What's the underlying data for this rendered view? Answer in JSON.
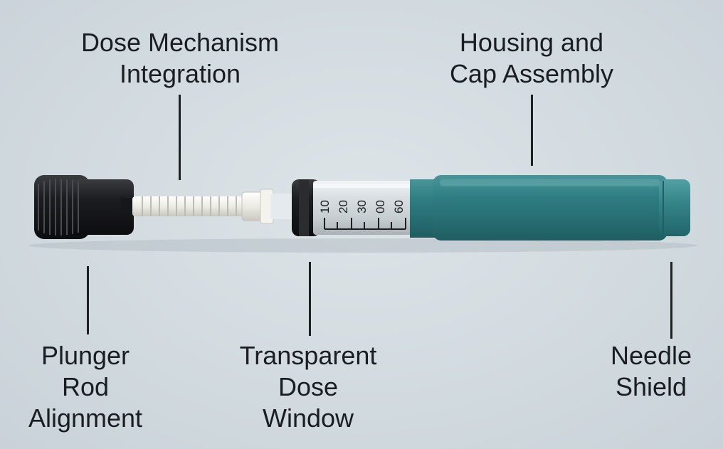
{
  "labels": {
    "dose_mechanism": [
      "Dose Mechanism",
      "Integration"
    ],
    "housing_cap": [
      "Housing and",
      "Cap Assembly"
    ],
    "plunger_rod": [
      "Plunger",
      "Rod",
      "Alignment"
    ],
    "dose_window": [
      "Transparent",
      "Dose",
      "Window"
    ],
    "needle_shield": [
      "Needle",
      "Shield"
    ]
  },
  "scale_ticks": [
    "10",
    "20",
    "30",
    "00",
    "60"
  ],
  "colors": {
    "background": "#d3dbe0",
    "housing": "#2f7c80",
    "knob": "#1c1d1f",
    "rod": "#eeeee8",
    "text": "#1a1d21"
  }
}
